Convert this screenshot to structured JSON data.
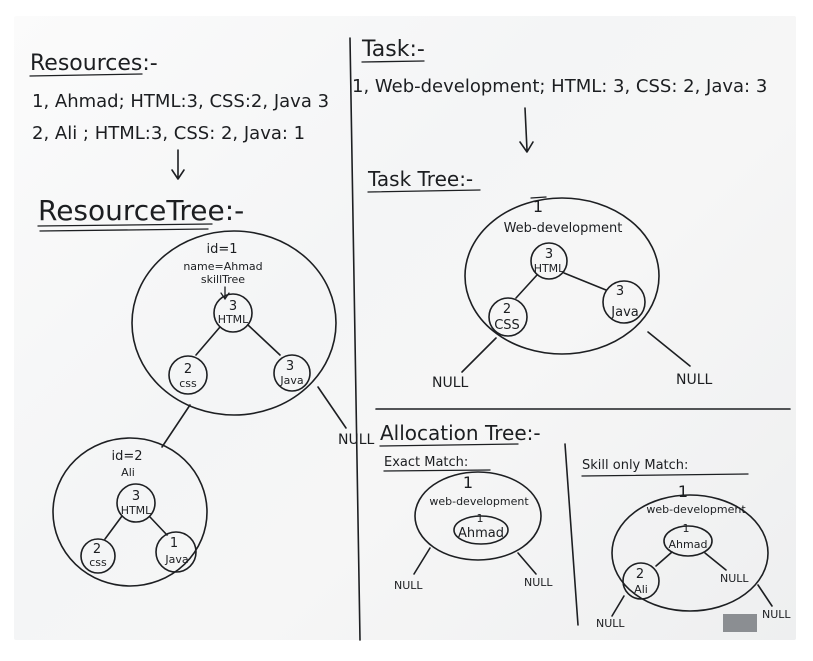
{
  "resources": {
    "heading": "Resources:-",
    "line1": "1, Ahmad; HTML:3, CSS:2, Java 3",
    "line2": "2, Ali ; HTML:3, CSS: 2, Java: 1"
  },
  "resource_tree": {
    "heading": "ResourceTree:-",
    "node1": {
      "id": "id=1",
      "name": "name=Ahmad",
      "skilltree": "skillTree",
      "html_num": "3",
      "html_label": "HTML",
      "css_num": "2",
      "css_label": "css",
      "java_num": "3",
      "java_label": "Java"
    },
    "node2": {
      "id": "id=2",
      "name": "Ali",
      "html_num": "3",
      "html_label": "HTML",
      "css_num": "2",
      "css_label": "css",
      "java_num": "1",
      "java_label": "Java"
    },
    "null_right": "NULL"
  },
  "task": {
    "heading": "Task:-",
    "line1": "1, Web-development; HTML: 3, CSS: 2, Java: 3"
  },
  "task_tree": {
    "heading": "Task Tree:-",
    "id": "1",
    "name": "Web-development",
    "html_num": "3",
    "html_label": "HTML",
    "css_num": "2",
    "css_label": "CSS",
    "java_num": "3",
    "java_label": "Java",
    "null_left": "NULL",
    "null_right": "NULL"
  },
  "allocation": {
    "heading": "Allocation Tree:-",
    "exact": {
      "title": "Exact Match:",
      "id": "1",
      "name": "web-development",
      "res_num": "1",
      "res_name": "Ahmad",
      "null_left": "NULL",
      "null_right": "NULL"
    },
    "skill": {
      "title": "Skill only Match:",
      "id": "1",
      "name": "web-development",
      "res1_num": "1",
      "res1_name": "Ahmad",
      "res2_num": "2",
      "res2_name": "Ali",
      "null_mid": "NULL",
      "null_left": "NULL",
      "null_right": "NULL"
    }
  }
}
